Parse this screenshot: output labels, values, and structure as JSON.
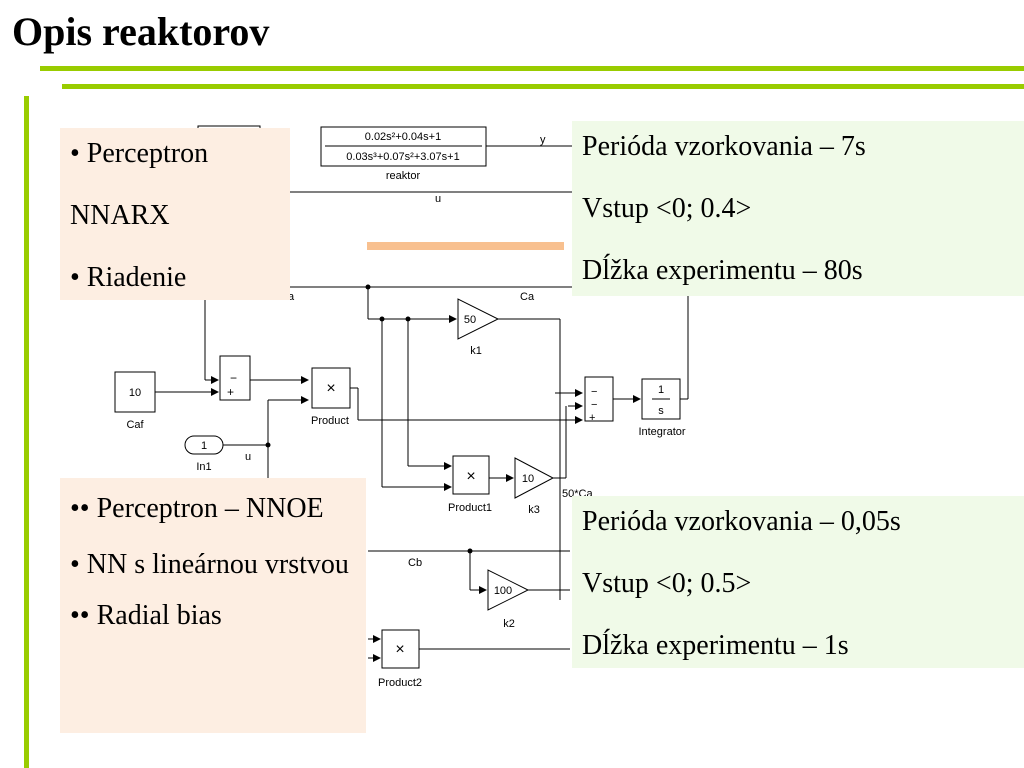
{
  "slide": {
    "title": "Opis reaktorov"
  },
  "diagram": {
    "tf_numerator": "0.02s²+0.04s+1",
    "tf_denominator": "0.03s³+0.07s²+3.07s+1",
    "tf_label": "reaktor",
    "sig_y": "y",
    "sig_u_top": "u",
    "sig_ca": "Ca",
    "sig_ca_left": "a",
    "k1_value": "50",
    "k1_label": "k1",
    "caf_value": "10",
    "caf_label": "Caf",
    "sum1_minus": "−",
    "sum1_plus": "+",
    "product_symbol": "×",
    "product_label": "Product",
    "sum2_top": "−",
    "sum2_mid": "−",
    "sum2_bot": "+",
    "int_num": "1",
    "int_den": "s",
    "int_label": "Integrator",
    "in1_value": "1",
    "in1_label": "In1",
    "sig_u_mid": "u",
    "product1_symbol": "×",
    "product1_label": "Product1",
    "k3_value": "10",
    "k3_label": "k3",
    "sig_50ca": "50*Ca",
    "sig_cb": "Cb",
    "k2_value": "100",
    "k2_label": "k2",
    "product2_symbol": "×",
    "product2_label": "Product2"
  },
  "box_top_left": {
    "line1": "• Perceptron",
    "line2": "NNARX",
    "line3": "• Riadenie"
  },
  "box_top_right": {
    "line1": "Perióda vzorkovania – 7s",
    "line2": "Vstup <0; 0.4>",
    "line3": "Dĺžka experimentu – 80s"
  },
  "box_bottom_left": {
    "line1": "•• Perceptron – NNOE",
    "line2": "• NN s lineárnou vrstvou",
    "line3": "•• Radial bias"
  },
  "box_bottom_right": {
    "line1": "Perióda vzorkovania – 0,05s",
    "line2": "Vstup <0; 0.5>",
    "line3": "Dĺžka experimentu – 1s"
  },
  "colors": {
    "accent_green": "#99cc00",
    "peach": "#fdeee2",
    "light_green": "#f0fae8",
    "orange_line": "#f8c08f"
  }
}
